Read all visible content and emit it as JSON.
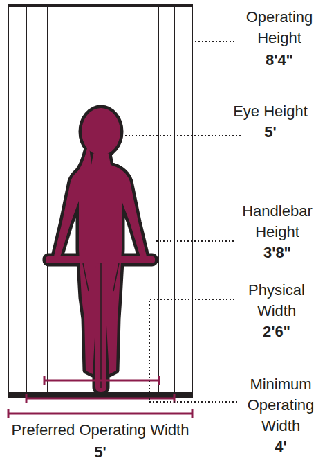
{
  "diagram": {
    "labels": [
      "Operating Height",
      "8'4\"",
      "Eye Height",
      "5'",
      "Handlebar Height",
      "3'8\"",
      "Physical Width",
      "2'6\"",
      "Minimum Operating Width",
      "4'",
      "Preferred Operating Width",
      "5'"
    ]
  }
}
